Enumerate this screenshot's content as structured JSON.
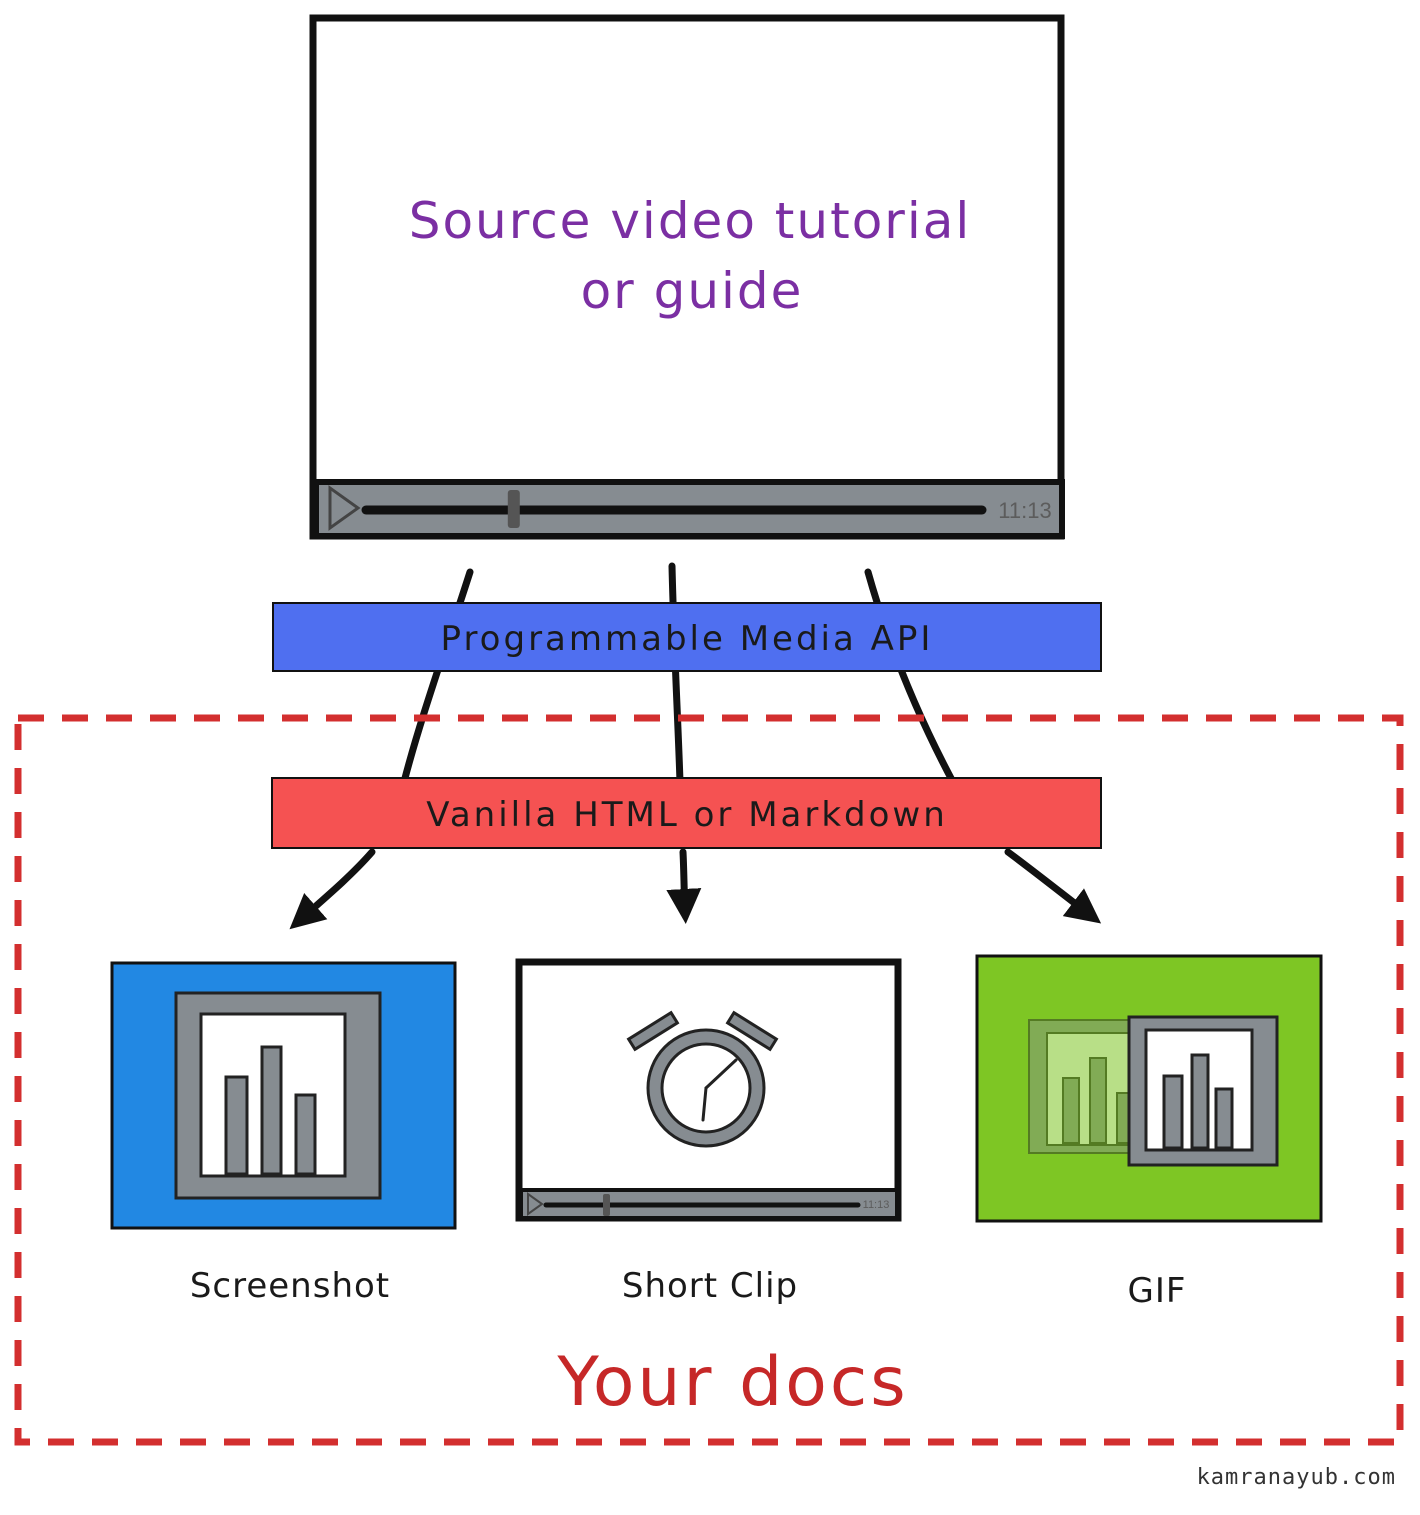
{
  "source_video": {
    "title_line1": "Source video tutorial",
    "title_line2": "or guide",
    "timestamp": "11:13",
    "progress": 0.24
  },
  "bands": {
    "api": "Programmable Media API",
    "format": "Vanilla HTML or Markdown"
  },
  "outputs": [
    {
      "label": "Screenshot"
    },
    {
      "label": "Short Clip",
      "timestamp": "11:13"
    },
    {
      "label": "GIF"
    }
  ],
  "docs_label": "Your docs",
  "credit": "kamranayub.com",
  "colors": {
    "purple_text": "#7b2fa3",
    "api_band": "#4f6ff0",
    "format_band": "#f55252",
    "screenshot_bg": "#2288e3",
    "gif_bg": "#7ec624",
    "docs_border": "#d32f2f",
    "frame_gray": "#868c91"
  }
}
